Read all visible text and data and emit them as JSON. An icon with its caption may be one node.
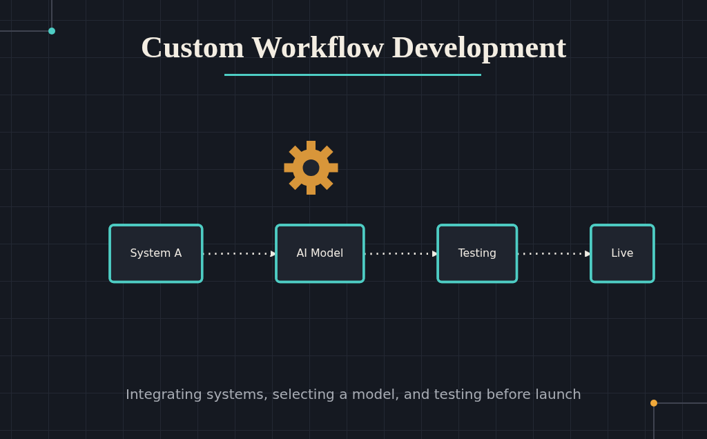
{
  "diagram": {
    "title": "Custom Workflow Development",
    "nodes": [
      {
        "text": [
          "System A"
        ]
      },
      {
        "text": [
          "AI Model"
        ]
      },
      {
        "text": [
          "Testing"
        ]
      },
      {
        "text": [
          "Live"
        ]
      }
    ],
    "edges": [
      {
        "from": 0,
        "to": 1,
        "arrow": "to",
        "style": "dashed"
      },
      {
        "from": 1,
        "to": 2,
        "arrow": "to",
        "style": "dashed"
      },
      {
        "from": 2,
        "to": 3,
        "arrow": "to",
        "style": "dashed"
      }
    ],
    "caption": "Integrating systems, selecting a model, and testing before launch"
  }
}
